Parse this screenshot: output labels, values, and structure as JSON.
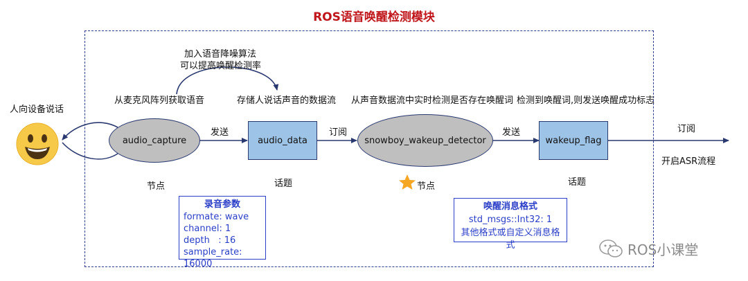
{
  "title": "ROS语音唤醒检测模块",
  "speaker": {
    "label": "人向设备说话",
    "icon": "smiley-face-icon"
  },
  "annotations": {
    "arc_note_line1": "加入语音降噪算法",
    "arc_note_line2": "可以提高唤醒检测率",
    "capture_note": "从麦克风阵列获取语音",
    "data_note": "存储人说话声音的数据流",
    "detector_note": "从声音数据流中实时检测是否存在唤醒词",
    "flag_note": "检测到唤醒词,则发送唤醒成功标志"
  },
  "nodes": {
    "audio_capture": "audio_capture",
    "audio_data": "audio_data",
    "detector": "snowboy_wakeup_detector",
    "wakeup_flag": "wakeup_flag"
  },
  "edges": {
    "publish1": "发送",
    "subscribe1": "订阅",
    "publish2": "发送",
    "subscribe2": "订阅"
  },
  "type_labels": {
    "node1": "节点",
    "topic1": "话题",
    "node2": "节点",
    "topic2": "话题"
  },
  "asr": "开启ASR流程",
  "record_params": {
    "title": "录音参数",
    "lines": [
      "formate: wave",
      "channel: 1",
      "depth   : 16",
      "sample_rate: 16000"
    ]
  },
  "wake_msg": {
    "title": "唤醒消息格式",
    "lines": [
      "std_msgs::Int32: 1",
      "其他格式或自定义消息格式"
    ]
  },
  "watermark": "ROS小课堂",
  "colors": {
    "title": "#c0151a",
    "node_fill": "#bfbfbf",
    "topic_fill": "#9dc3e6",
    "param_border": "#2b3ec8",
    "arrow": "#2a3870",
    "star": "#f5a623"
  }
}
